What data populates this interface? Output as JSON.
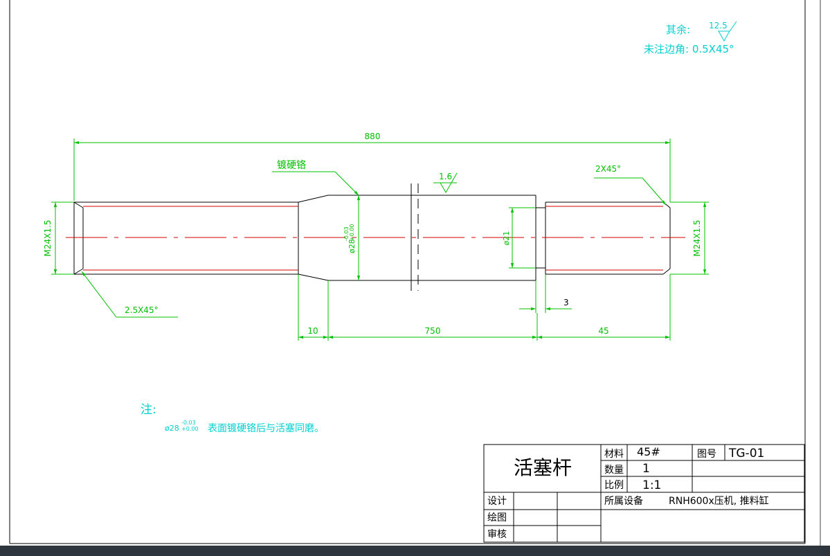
{
  "notes_top": {
    "rest_label": "其余:",
    "rest_roughness": "12.5",
    "chamfer_note": "未注边角: 0.5X45°"
  },
  "dimensions": {
    "overall_length": "880",
    "left_thread": "M24X1.5",
    "right_thread": "M24X1.5",
    "plating_callout": "镀硬铬",
    "surface_roughness": "1.6",
    "right_chamfer": "2X45°",
    "left_chamfer": "2.5X45°",
    "diameter_main_base": "ø28",
    "diameter_main_upper_dev": "-0.03",
    "diameter_main_lower_dev": "+0.00",
    "groove_diameter": "ø21",
    "groove_width": "3",
    "taper_length": "10",
    "main_length": "750",
    "right_length": "45"
  },
  "bottom_note": {
    "heading": "注:",
    "dim_base": "ø28",
    "dim_upper": "-0.03",
    "dim_lower": "+0.00",
    "text": "表面镀硬铬后与活塞同磨。"
  },
  "title_block": {
    "part_name": "活塞杆",
    "material_label": "材料",
    "material_value": "45#",
    "drawing_no_label": "图号",
    "drawing_no_value": "TG-01",
    "quantity_label": "数量",
    "quantity_value": "1",
    "scale_label": "比例",
    "scale_value": "1:1",
    "design_label": "设计",
    "drawn_label": "绘图",
    "review_label": "审核",
    "equipment_label": "所属设备",
    "equipment_value": "RNH600x压机, 推料缸"
  },
  "colors": {
    "dimension": "#00c000",
    "note": "#00d0d0",
    "centerline": "#d00000",
    "outline": "#000000",
    "background": "#ffffff"
  }
}
